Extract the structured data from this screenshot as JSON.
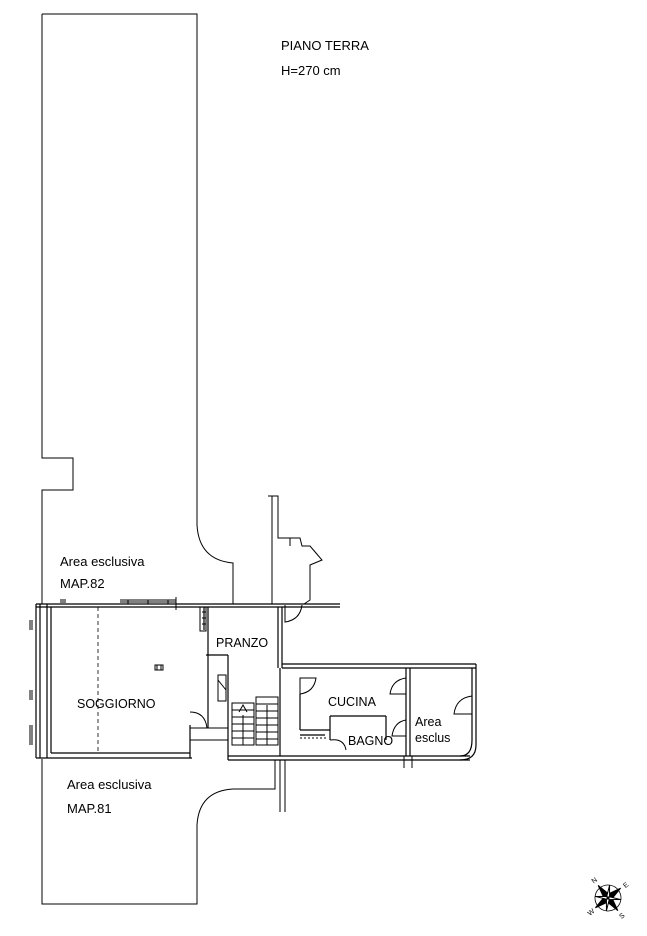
{
  "header": {
    "floor": "PIANO TERRA",
    "height": "H=270 cm"
  },
  "areas": {
    "upper_label": "Area esclusiva",
    "upper_map": "MAP.82",
    "lower_label": "Area esclusiva",
    "lower_map": "MAP.81"
  },
  "rooms": {
    "pranzo": "PRANZO",
    "soggiorno": "SOGGIORNO",
    "cucina": "CUCINA",
    "bagno": "BAGNO",
    "area_esclus_line1": "Area",
    "area_esclus_line2": "esclus"
  },
  "compass": {
    "n": "N",
    "s": "S",
    "e": "E",
    "w": "W"
  }
}
